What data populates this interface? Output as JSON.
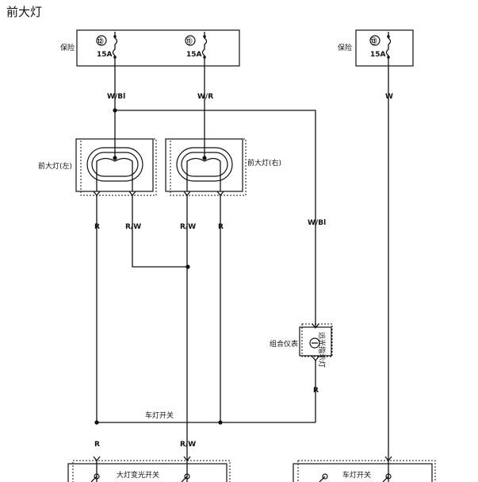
{
  "title": "前大灯",
  "fuses": [
    {
      "number": "⑫",
      "rating": "15A"
    },
    {
      "number": "⑪",
      "rating": "15A"
    },
    {
      "number": "⑬",
      "rating": "15A"
    }
  ],
  "fuse_box_label_left": "保险",
  "fuse_box_label_right": "保险",
  "headlight_left_label": "前大灯(左)",
  "headlight_right_label": "前大灯(右)",
  "wire_labels": {
    "wbl_top": "W/Bl",
    "wr_top": "W/R",
    "w_top": "W",
    "r_left": "R",
    "rw_left": "R/W",
    "rw_mid": "R/W",
    "r_mid": "R",
    "wbl_right": "W/Bl",
    "r_right": "R",
    "r_bottom": "R",
    "rw_bottom": "R/W"
  },
  "cluster_label": "组合仪表",
  "cluster_inner_label": "远光指示灯",
  "light_switch_label": "车灯开关",
  "dimmer_switch_label": "大灯变光开关",
  "bottom_switch_label": "车灯开关"
}
